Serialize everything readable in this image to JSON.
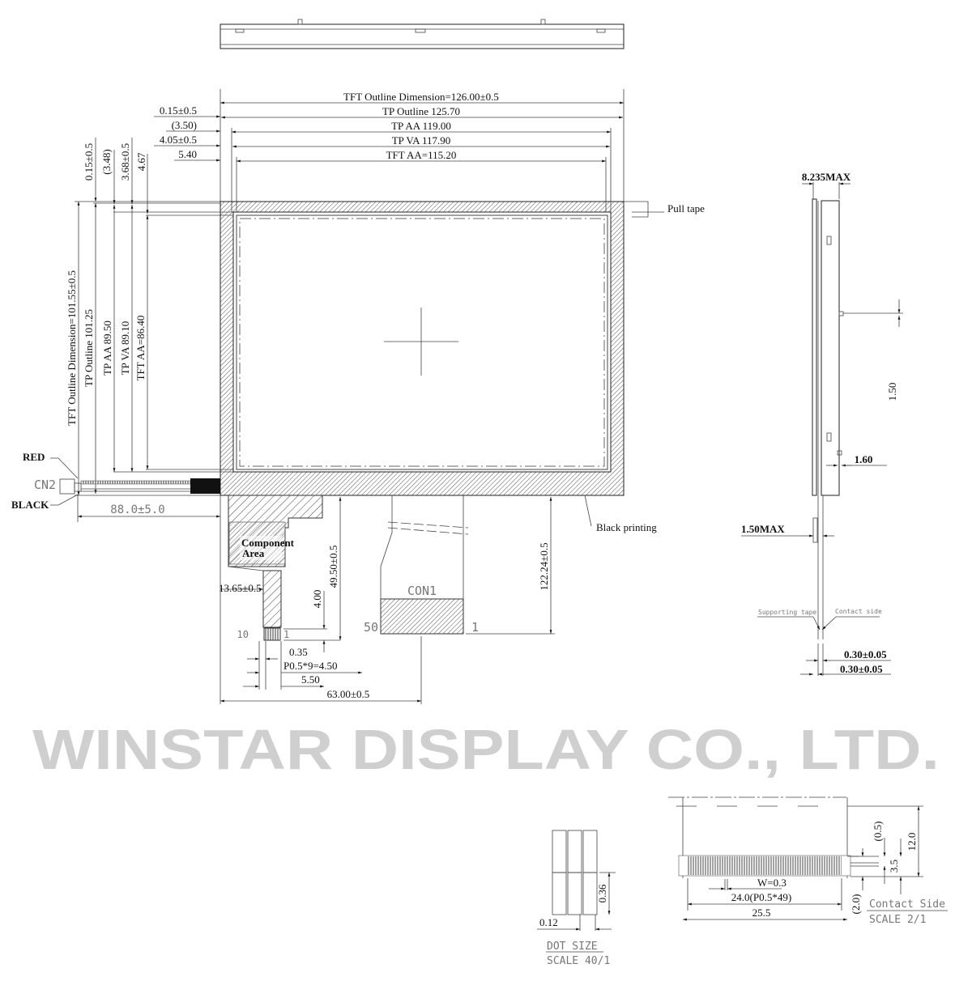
{
  "watermark": "WINSTAR DISPLAY CO., LTD.",
  "front_view": {
    "top_dims": {
      "tft_outline": "TFT Outline Dimension=126.00±0.5",
      "tp_outline": "TP Outline 125.70",
      "tp_aa": "TP AA 119.00",
      "tp_va": "TP VA 117.90",
      "tft_aa": "TFT AA=115.20"
    },
    "left_offsets": [
      "0.15±0.5",
      "(3.50)",
      "4.05±0.5",
      "5.40"
    ],
    "top_offsets": [
      "0.15±0.5",
      "(3.48)",
      "3.68±0.5",
      "4.67"
    ],
    "vertical_dims": {
      "tft_outline": "TFT Outline Dimension=101.55±0.5",
      "tp_outline": "TP Outline 101.25",
      "tp_aa": "TP AA 89.50",
      "tp_va": "TP VA 89.10",
      "tft_aa": "TFT AA=86.40"
    },
    "pull_tape": "Pull tape",
    "black_printing": "Black printing",
    "cn2": {
      "label": "CN2",
      "red": "RED",
      "black": "BLACK",
      "length": "88.0±5.0"
    },
    "fpc": {
      "component_area_1": "Component",
      "component_area_2": "Area",
      "offset": "13.65±0.5",
      "length_small": "4.00",
      "length": "49.50±0.5",
      "pin_10": "10",
      "pin_1": "1",
      "pad": "0.35",
      "pitch": "P0.5*9=4.50",
      "width": "5.50",
      "position": "63.00±0.5"
    },
    "con1": {
      "label": "CON1",
      "pin_50": "50",
      "pin_1": "1",
      "length": "122.24±0.5"
    }
  },
  "side_view": {
    "thickness": "8.235MAX",
    "tape_offset": "1.50",
    "step": "1.60",
    "fpc_max": "1.50MAX",
    "supporting_tape": "Supporting tape",
    "contact_side": "Contact side",
    "thickness_1": "0.30±0.05",
    "thickness_2": "0.30±0.05"
  },
  "dot_detail": {
    "height": "0.36",
    "width": "0.12",
    "title": "DOT SIZE",
    "scale": "SCALE 40/1"
  },
  "contact_detail": {
    "w": "W=0.3",
    "pitch": "24.0(P0.5*49)",
    "width": "25.5",
    "dim_05": "(0.5)",
    "dim_35": "3.5",
    "dim_12": "12.0",
    "dim_20": "(2.0)",
    "title": "Contact Side",
    "scale": "SCALE 2/1"
  }
}
